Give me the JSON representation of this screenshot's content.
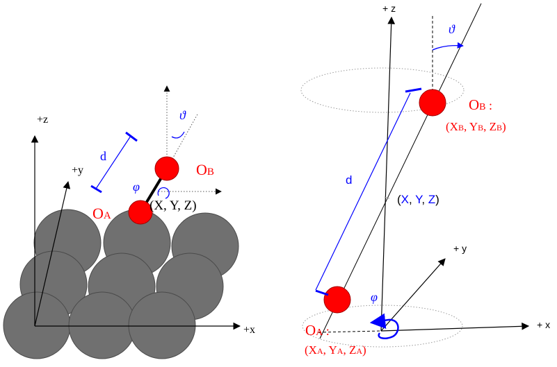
{
  "colors": {
    "atom_red": "#ff0000",
    "atom_edge": "#a00000",
    "surface_gray": "#707070",
    "axis": "#000000",
    "blue": "#0000ff",
    "red_text": "#ff0000",
    "dotted": "#999999"
  },
  "left": {
    "axis_z": "+z",
    "axis_y": "+y",
    "axis_x": "+x",
    "d_label": "d",
    "theta": "ϑ",
    "phi": "φ",
    "ob": {
      "main": "O",
      "sub": "B"
    },
    "oa": {
      "main": "O",
      "sub": "A"
    },
    "com_label": "(X, Y, Z)"
  },
  "right": {
    "axis_z": "+ z",
    "axis_y": "+ y",
    "axis_x": "+ x",
    "d_label": "d",
    "theta": "ϑ",
    "phi": "φ",
    "ob_label": {
      "main": "O",
      "sub": "B",
      "tail": " :"
    },
    "ob_coords": {
      "p1": "(X",
      "s1": "B",
      "p2": ", Y",
      "s2": "B",
      "p3": ", Z",
      "s3": "B",
      "p4": ")"
    },
    "oa_label": {
      "main": "O",
      "sub": "A",
      "tail": " :"
    },
    "oa_coords": {
      "p1": "(X",
      "s1": "A",
      "p2": ", Y",
      "s2": "A",
      "p3": ", Z",
      "s3": "A",
      "p4": ")"
    },
    "com": {
      "open": "(",
      "x": "X",
      "sep1": ", ",
      "y": "Y",
      "sep2": ", ",
      "z": "Z",
      "close": ")"
    }
  }
}
